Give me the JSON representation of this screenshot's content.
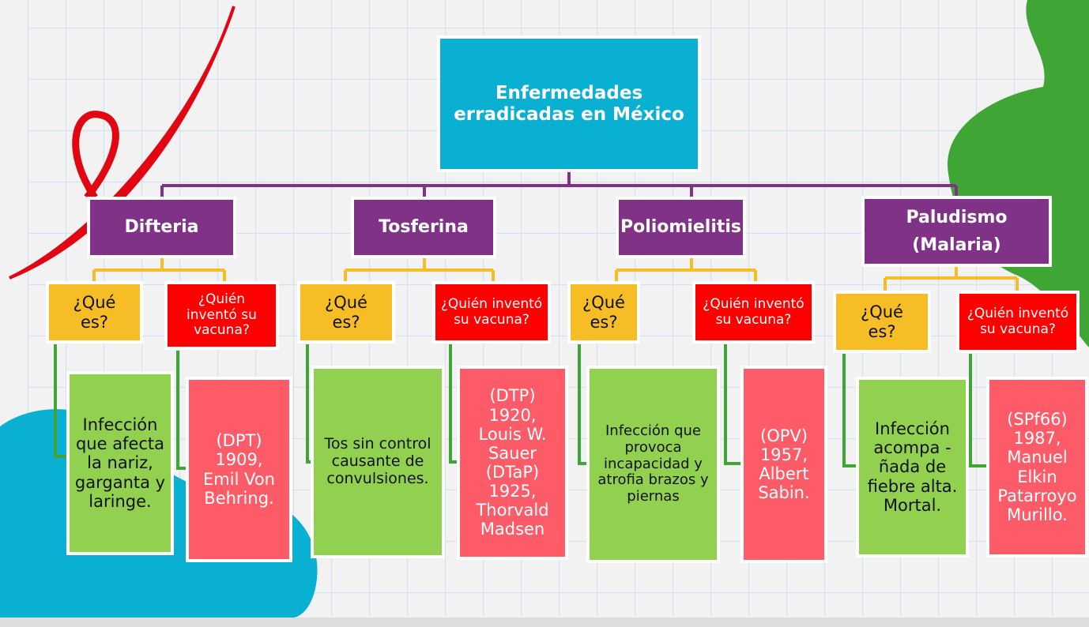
{
  "title": "Enfermedades erradicadas en México",
  "diseases": [
    {
      "name": "Difteria",
      "q1": "¿Qué es?",
      "q2": "¿Quién inventó su vacuna?",
      "what": "Infección que afecta la nariz, garganta y laringe.",
      "who": "(DPT) 1909, Emil Von Behring."
    },
    {
      "name": "Tosferina",
      "q1": "¿Qué es?",
      "q2": "¿Quién inventó su vacuna?",
      "what": "Tos sin control causante de convulsiones.",
      "who": "(DTP) 1920, Louis W. Sauer (DTaP) 1925, Thorvald Madsen"
    },
    {
      "name": "Poliomielitis",
      "q1": "¿Qué es?",
      "q2": "¿Quién inventó su vacuna?",
      "what": "Infección que provoca incapacidad y atrofia brazos y piernas",
      "who": "(OPV) 1957, Albert Sabin."
    },
    {
      "name": "Paludismo (Malaria)",
      "q1": "¿Qué es?",
      "q2": "¿Quién inventó su vacuna?",
      "what": "Infección acompa - ñada de fiebre alta. Mortal.",
      "who": "(SPf66) 1987, Manuel Elkin Patarroyo Murillo."
    }
  ],
  "colors": {
    "root": "#0ab0d2",
    "header": "#7f3286",
    "question": "#f6bd27",
    "who_question": "#fe0000",
    "answer": "#92d050",
    "vaccine": "#fc5b67"
  }
}
